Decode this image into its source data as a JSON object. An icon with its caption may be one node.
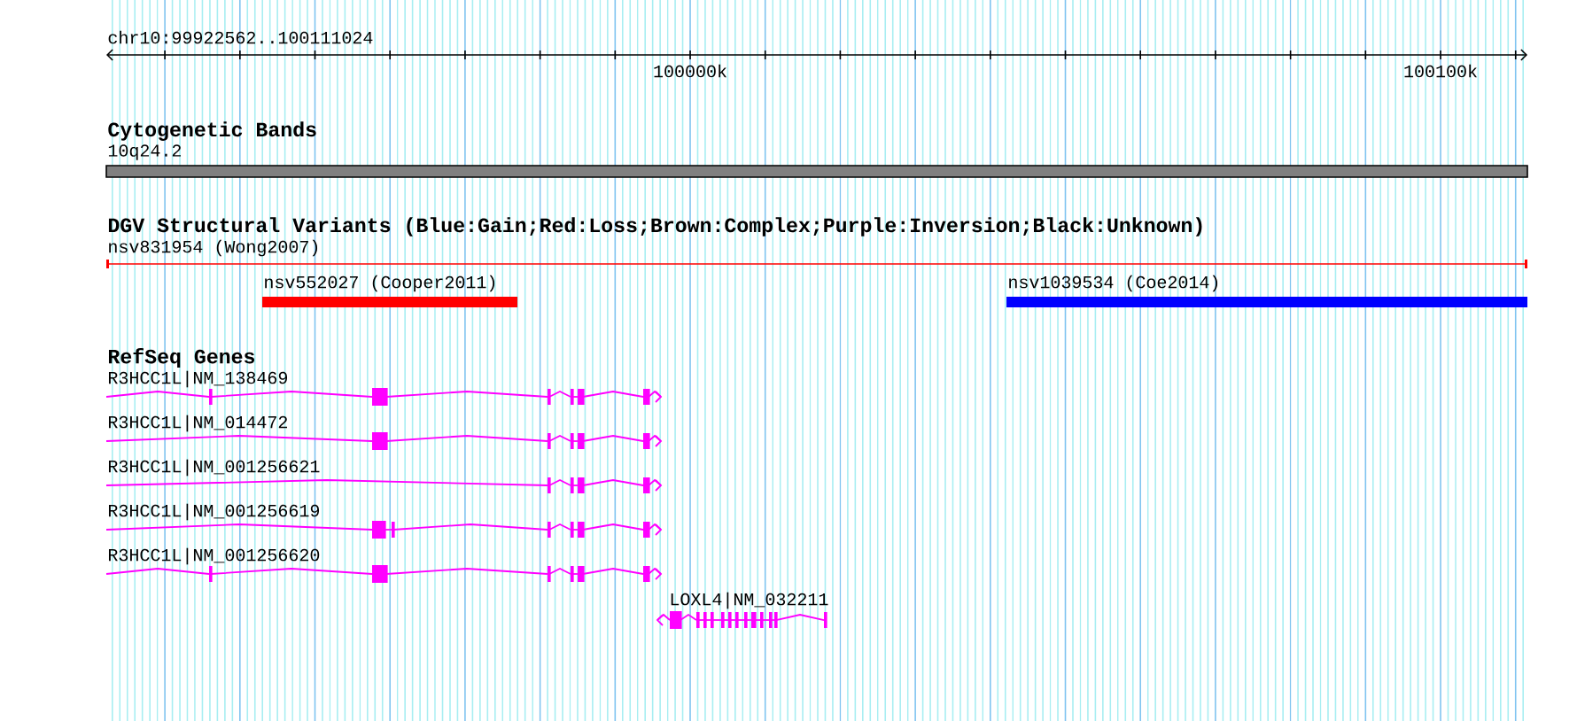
{
  "diagram": {
    "labels": [
      "chr10:99922562..100111024",
      "100000k",
      "100100k",
      "Cytogenetic Bands",
      "10q24.2",
      "DGV Structural Variants (Blue:Gain;Red:Loss;Brown:Complex;Purple:Inversion;Black:Unknown)",
      "nsv831954 (Wong2007)",
      "nsv552027 (Cooper2011)",
      "nsv1039534 (Coe2014)",
      "RefSeq Genes",
      "R3HCC1L|NM_138469",
      "R3HCC1L|NM_014472",
      "R3HCC1L|NM_001256621",
      "R3HCC1L|NM_001256619",
      "R3HCC1L|NM_001256620",
      "LOXL4|NM_032211"
    ]
  }
}
